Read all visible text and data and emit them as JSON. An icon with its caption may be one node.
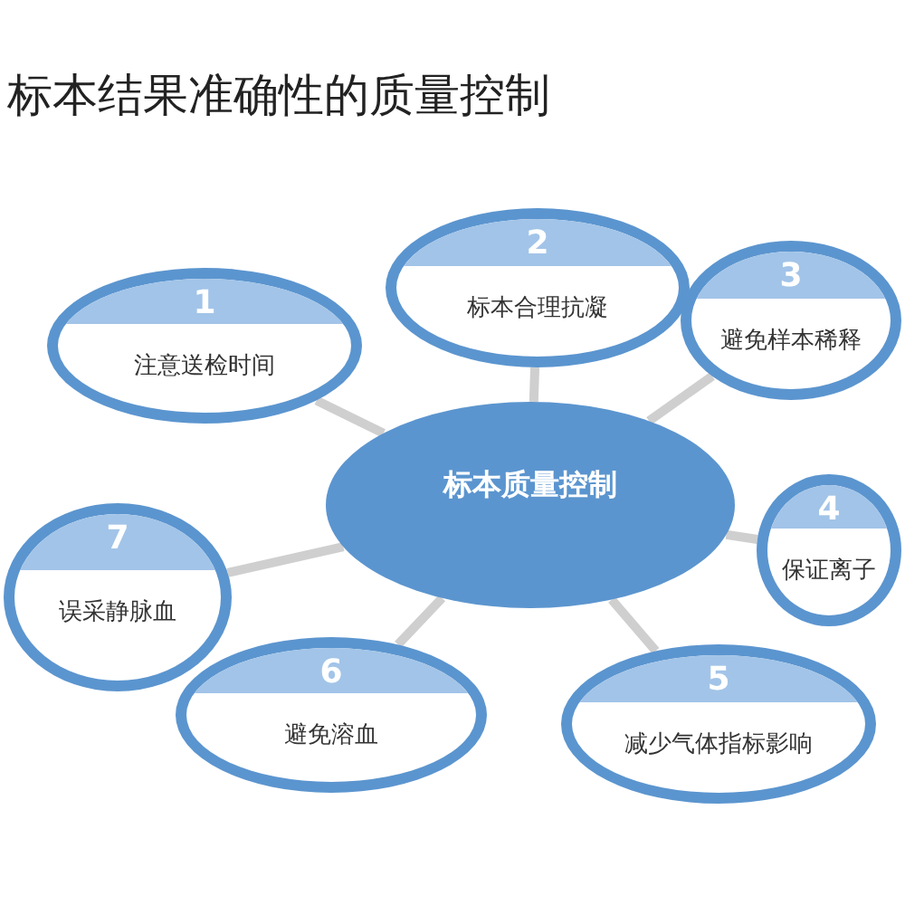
{
  "diagram": {
    "title": "标本结果准确性的质量控制",
    "nodes": [
      {
        "text": [
          "标本质量控制"
        ]
      },
      {
        "text": [
          "1",
          "注意送检时间"
        ]
      },
      {
        "text": [
          "2",
          "标本合理抗凝"
        ]
      },
      {
        "text": [
          "3",
          "避免样本稀释"
        ]
      },
      {
        "text": [
          "4",
          "保证离子"
        ]
      },
      {
        "text": [
          "5",
          "减少气体指标影响"
        ]
      },
      {
        "text": [
          "6",
          "避免溶血"
        ]
      },
      {
        "text": [
          "7",
          "误采静脉血"
        ]
      }
    ],
    "edges": [
      {
        "from": 0,
        "to": 1,
        "arrow": "none"
      },
      {
        "from": 0,
        "to": 2,
        "arrow": "none"
      },
      {
        "from": 0,
        "to": 3,
        "arrow": "none"
      },
      {
        "from": 0,
        "to": 4,
        "arrow": "none"
      },
      {
        "from": 0,
        "to": 5,
        "arrow": "none"
      },
      {
        "from": 0,
        "to": 6,
        "arrow": "none"
      },
      {
        "from": 0,
        "to": 7,
        "arrow": "none"
      }
    ]
  }
}
